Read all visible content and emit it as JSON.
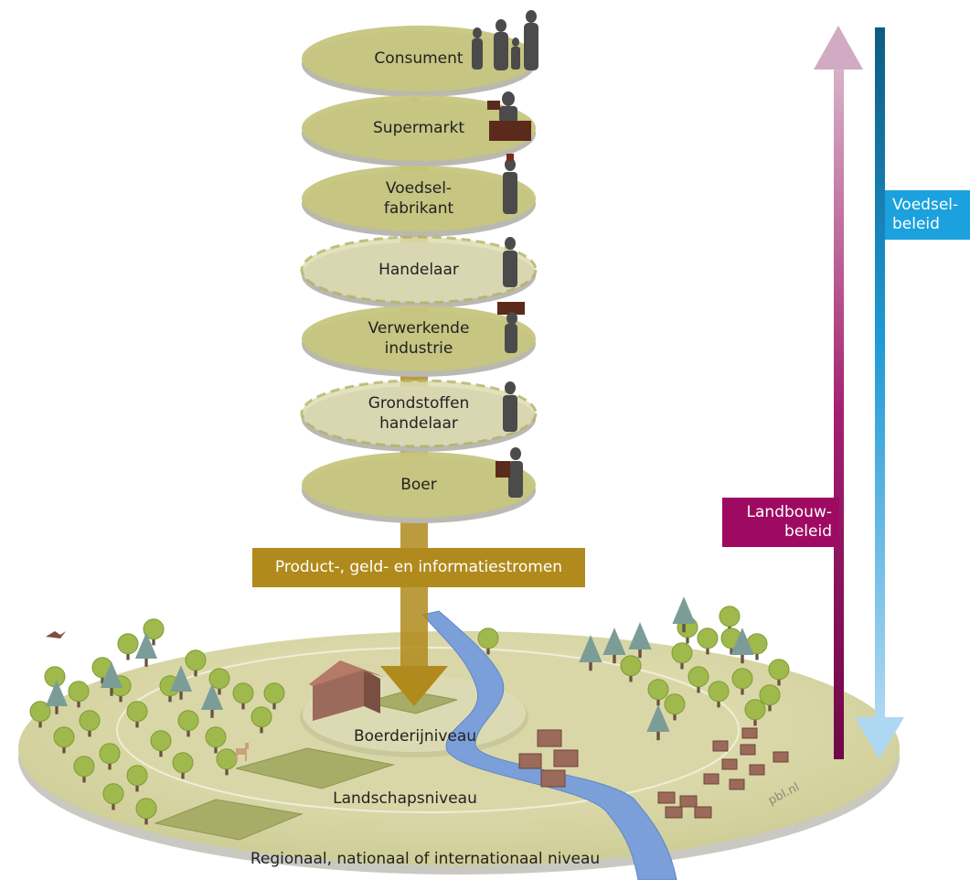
{
  "chain_levels": [
    {
      "key": "consumer",
      "line1": "Consument",
      "line2": "",
      "dashed": false
    },
    {
      "key": "supermarket",
      "line1": "Supermarkt",
      "line2": "",
      "dashed": false
    },
    {
      "key": "manufacturer",
      "line1": "Voedsel-",
      "line2": "fabrikant",
      "dashed": false
    },
    {
      "key": "trader",
      "line1": "Handelaar",
      "line2": "",
      "dashed": true
    },
    {
      "key": "processing",
      "line1": "Verwerkende",
      "line2": "industrie",
      "dashed": false
    },
    {
      "key": "commodity-trader",
      "line1": "Grondstoffen",
      "line2": "handelaar",
      "dashed": true
    },
    {
      "key": "farmer",
      "line1": "Boer",
      "line2": "",
      "dashed": false
    }
  ],
  "flow_label": "Product-, geld- en informatiestromen",
  "spatial_levels": {
    "farm": "Boerderijniveau",
    "landscape": "Landschapsniveau",
    "regional": "Regionaal, nationaal of internationaal niveau"
  },
  "policies": {
    "agriculture": {
      "line1": "Landbouw-",
      "line2": "beleid",
      "color": "#9e0a62"
    },
    "food": {
      "line1": "Voedsel-",
      "line2": "beleid",
      "color": "#1ba1dd"
    }
  },
  "credit": "pbl.nl",
  "colors": {
    "disc_fill": "#c6c57e",
    "disc_dashed_fill": "#deddb2",
    "flow_arrow": "#b08a1c",
    "river": "#7b9fd8",
    "roof": "#8a5a4c",
    "tree": "#9fb94c",
    "pine": "#7c9c98"
  }
}
